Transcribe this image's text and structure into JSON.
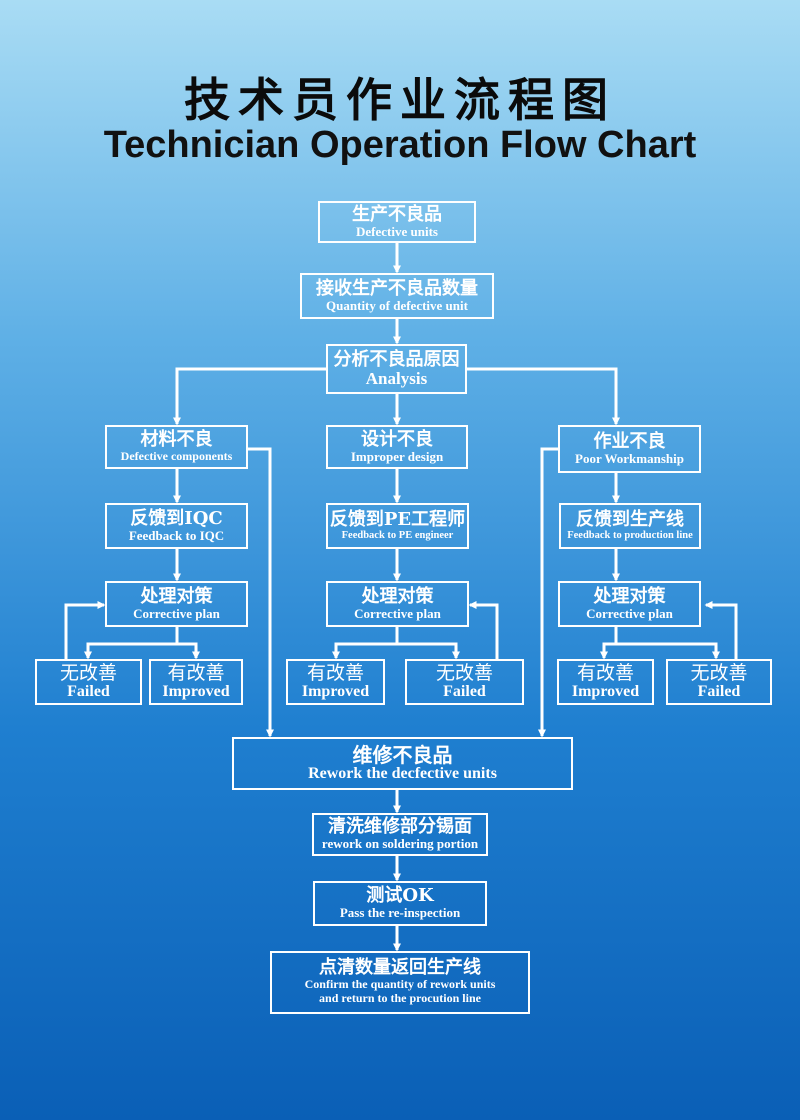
{
  "title": {
    "cn": "技术员作业流程图",
    "en": "Technician Operation Flow Chart"
  },
  "nodes": {
    "defective": {
      "cn": "生产不良品",
      "en": "Defective units"
    },
    "quantity": {
      "cn": "接收生产不良品数量",
      "en": "Quantity of defective unit"
    },
    "analysis": {
      "cn": "分析不良品原因",
      "en": "Analysis"
    },
    "material": {
      "cn": "材料不良",
      "en": "Defective components"
    },
    "design": {
      "cn": "设计不良",
      "en": "Improper design"
    },
    "workmanship": {
      "cn": "作业不良",
      "en": "Poor Workmanship"
    },
    "fb_iqc": {
      "cn": "反馈到IQC",
      "en": "Feedback to IQC"
    },
    "fb_pe": {
      "cn": "反馈到PE工程师",
      "en": "Feedback to PE engineer"
    },
    "fb_line": {
      "cn": "反馈到生产线",
      "en": "Feedback to production line"
    },
    "corrective": {
      "cn": "处理对策",
      "en": "Corrective plan"
    },
    "failed": {
      "cn": "无改善",
      "en": "Failed"
    },
    "improved": {
      "cn": "有改善",
      "en": "Improved"
    },
    "rework": {
      "cn": "维修不良品",
      "en": "Rework the decfective units"
    },
    "clean": {
      "cn": "清洗维修部分锡面",
      "en": "rework on soldering portion"
    },
    "test": {
      "cn": "测试OK",
      "en": "Pass the re-inspection"
    },
    "final": {
      "cn": "点清数量返回生产线",
      "en1": "Confirm the quantity of rework units",
      "en2": "and return to the procution line"
    }
  }
}
